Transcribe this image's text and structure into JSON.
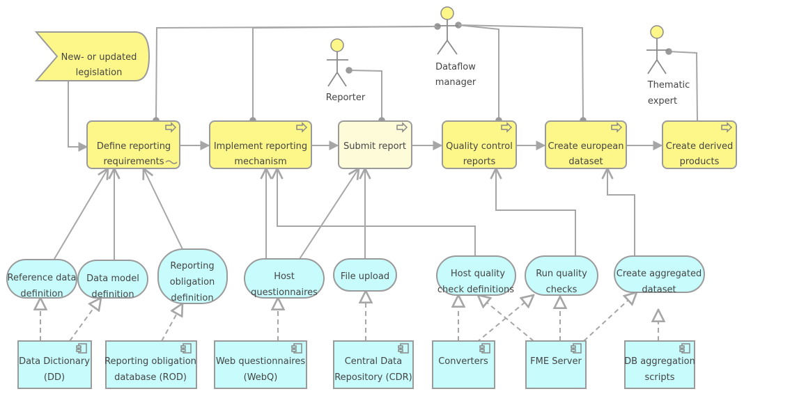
{
  "event": {
    "line1": "New- or updated",
    "line2": "legislation"
  },
  "actors": {
    "dataflow_manager": {
      "line1": "Dataflow",
      "line2": "manager"
    },
    "reporter": {
      "line1": "Reporter"
    },
    "thematic_expert": {
      "line1": "Thematic",
      "line2": "expert"
    }
  },
  "processes": [
    {
      "line1": "Define reporting",
      "line2": "requirements"
    },
    {
      "line1": "Implement reporting",
      "line2": "mechanism"
    },
    {
      "line1": "Submit report",
      "line2": ""
    },
    {
      "line1": "Quality control",
      "line2": "reports"
    },
    {
      "line1": "Create european",
      "line2": "dataset"
    },
    {
      "line1": "Create derived",
      "line2": "products"
    }
  ],
  "services": [
    {
      "line1": "Reference data",
      "line2": "definition"
    },
    {
      "line1": "Data model",
      "line2": "definition"
    },
    {
      "line1": "Reporting",
      "line2": "obligation",
      "line3": "definition"
    },
    {
      "line1": "Host",
      "line2": "questionnaires"
    },
    {
      "line1": "File upload",
      "line2": ""
    },
    {
      "line1": "Host quality",
      "line2": "check definitions"
    },
    {
      "line1": "Run quality",
      "line2": "checks"
    },
    {
      "line1": "Create aggregated",
      "line2": "dataset"
    }
  ],
  "components": [
    {
      "line1": "Data Dictionary",
      "line2": "(DD)"
    },
    {
      "line1": "Reporting obligation",
      "line2": "database (ROD)"
    },
    {
      "line1": "Web questionnaires",
      "line2": "(WebQ)"
    },
    {
      "line1": "Central Data",
      "line2": "Repository (CDR)"
    },
    {
      "line1": "Converters",
      "line2": ""
    },
    {
      "line1": "FME Server",
      "line2": ""
    },
    {
      "line1": "DB aggregation",
      "line2": "scripts"
    }
  ]
}
